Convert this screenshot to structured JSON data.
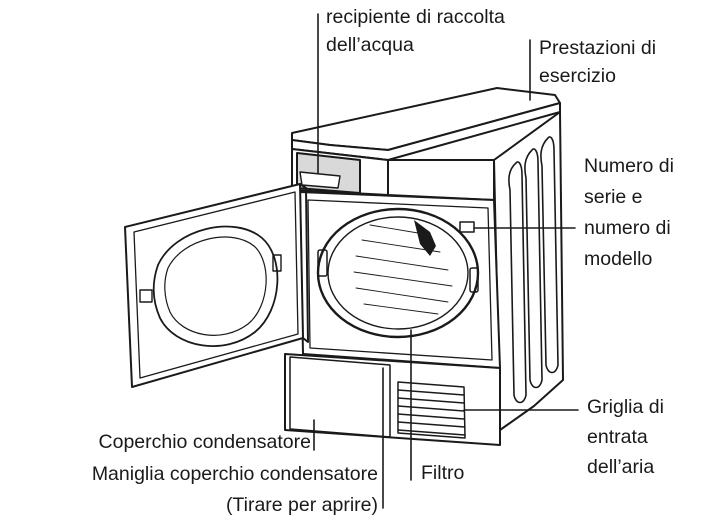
{
  "labels": {
    "water_container": [
      "recipiente di raccolta",
      "dell’acqua"
    ],
    "performance": [
      "Prestazioni di",
      "esercizio"
    ],
    "serial": [
      "Numero di",
      "serie e",
      "numero di",
      "modello"
    ],
    "air_grid": [
      "Griglia di",
      "entrata",
      "dell’aria"
    ],
    "condenser_cover": "Coperchio condensatore",
    "condenser_handle": [
      "Maniglia coperchio condensatore",
      "(Tirare per aprire)"
    ],
    "filter": "Filtro"
  },
  "colors": {
    "ink": "#1a1a1a",
    "paper": "#ffffff",
    "shade": "#d9d9d9"
  }
}
